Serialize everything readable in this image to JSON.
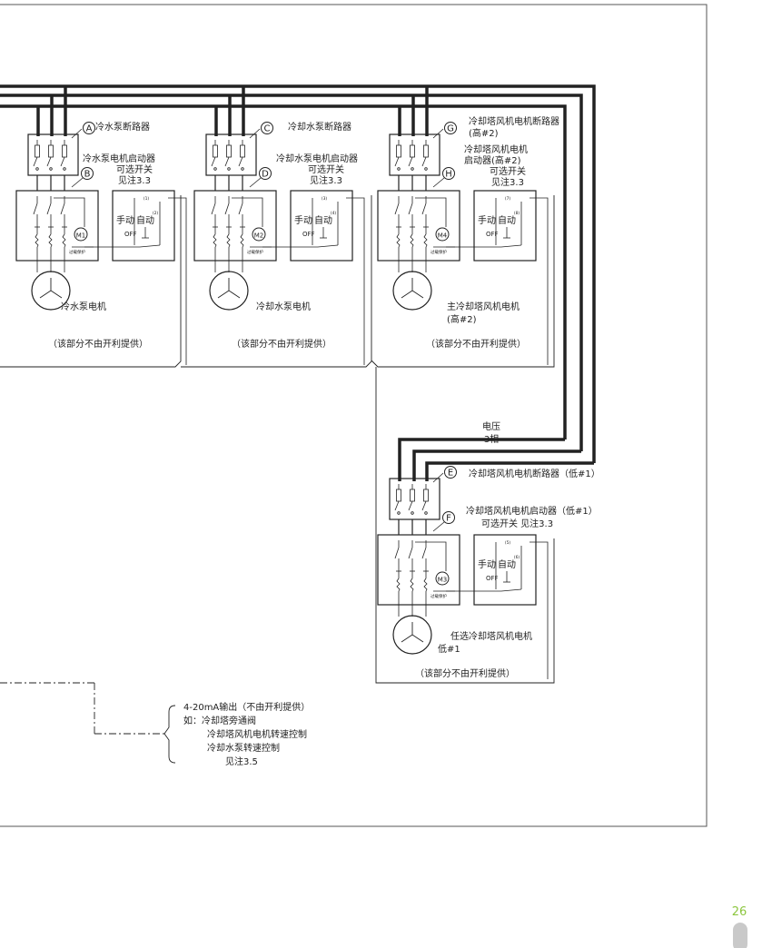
{
  "page": {
    "number": "26"
  },
  "markers": [
    "A",
    "B",
    "C",
    "D",
    "E",
    "F",
    "G",
    "H"
  ],
  "groups": {
    "g1": {
      "breaker": "冷水泵断路器",
      "starter": "冷水泵电机启动器",
      "switch": [
        "可选开关",
        "见注3.3"
      ],
      "contacts": [
        "(1)",
        "(2)"
      ],
      "motor_tag": "M1",
      "motor": [
        "冷水泵电机"
      ],
      "footer": "（该部分不由开利提供）"
    },
    "g2": {
      "breaker": "冷却水泵断路器",
      "starter": "冷却水泵电机启动器",
      "switch": [
        "可选开关",
        "见注3.3"
      ],
      "contacts": [
        "(3)",
        "(4)"
      ],
      "motor_tag": "M2",
      "motor": [
        "冷却水泵电机"
      ],
      "footer": "（该部分不由开利提供）"
    },
    "g3": {
      "breaker": [
        "冷却塔风机电机断路器",
        "(高#2)"
      ],
      "starter": [
        "冷却塔风机电机",
        "启动器(高#2)"
      ],
      "switch": [
        "可选开关",
        "见注3.3"
      ],
      "contacts": [
        "(7)",
        "(8)"
      ],
      "motor_tag": "M4",
      "motor": [
        "主冷却塔风机电机",
        "(高#2)"
      ],
      "footer": "（该部分不由开利提供）"
    },
    "g4": {
      "breaker": "冷却塔风机电机断路器（低#1）",
      "starter": "冷却塔风机电机启动器（低#1）",
      "switch": "可选开关 见注3.3",
      "contacts": [
        "(5)",
        "(6)"
      ],
      "motor_tag": "M3",
      "motor": [
        "任选冷却塔风机电机",
        "低#1"
      ],
      "footer": "（该部分不由开利提供）"
    }
  },
  "common": {
    "manual": "手动",
    "auto": "自动",
    "off": "OFF",
    "overload": "过载保护"
  },
  "voltage": [
    "电压",
    "3相"
  ],
  "output_note": [
    "4-20mA输出（不由开利提供）",
    "如：冷却塔旁通阀",
    "冷却塔风机电机转速控制",
    "冷却水泵转速控制",
    "见注3.5"
  ],
  "colors": {
    "line": "#222222",
    "frame": "#555555",
    "page_number": "#8cc63f",
    "tab": "#c9c9c9"
  }
}
